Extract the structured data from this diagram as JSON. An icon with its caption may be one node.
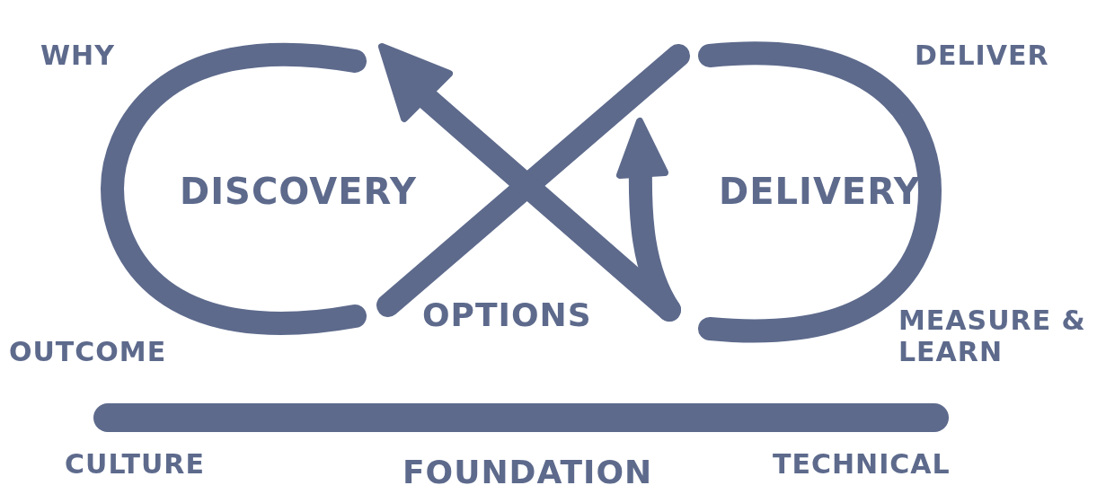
{
  "diagram": {
    "labels": [
      "WHY",
      "DELIVER",
      "DISCOVERY",
      "DELIVERY",
      "OPTIONS",
      "OUTCOME",
      "MEASURE & LEARN",
      "CULTURE",
      "FOUNDATION",
      "TECHNICAL"
    ]
  }
}
